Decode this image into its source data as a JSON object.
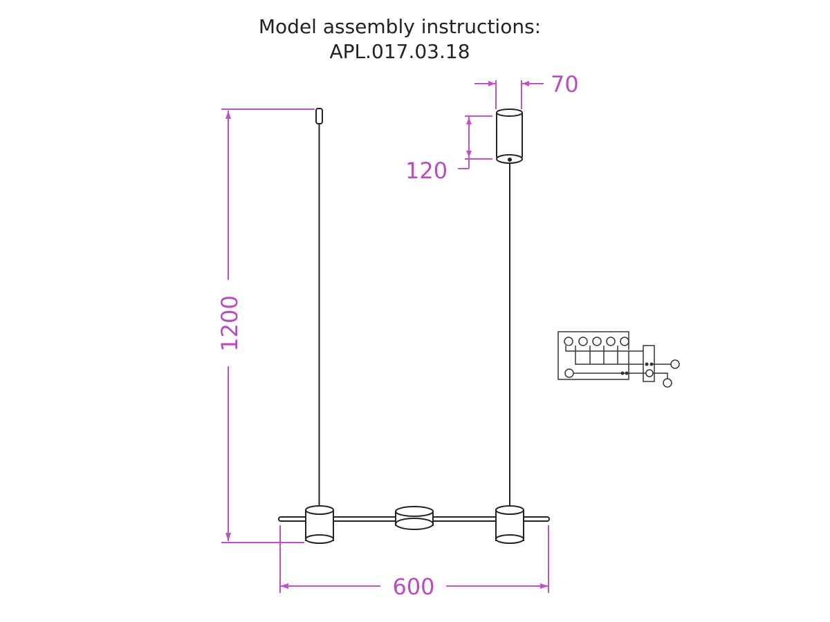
{
  "title": {
    "line1": "Model assembly instructions:",
    "line2": "APL.017.03.18"
  },
  "dimensions": {
    "height": "1200",
    "width": "600",
    "canopy_diameter": "70",
    "canopy_height": "120"
  },
  "colors": {
    "dimension": "#c050c8",
    "drawing": "#222222"
  }
}
